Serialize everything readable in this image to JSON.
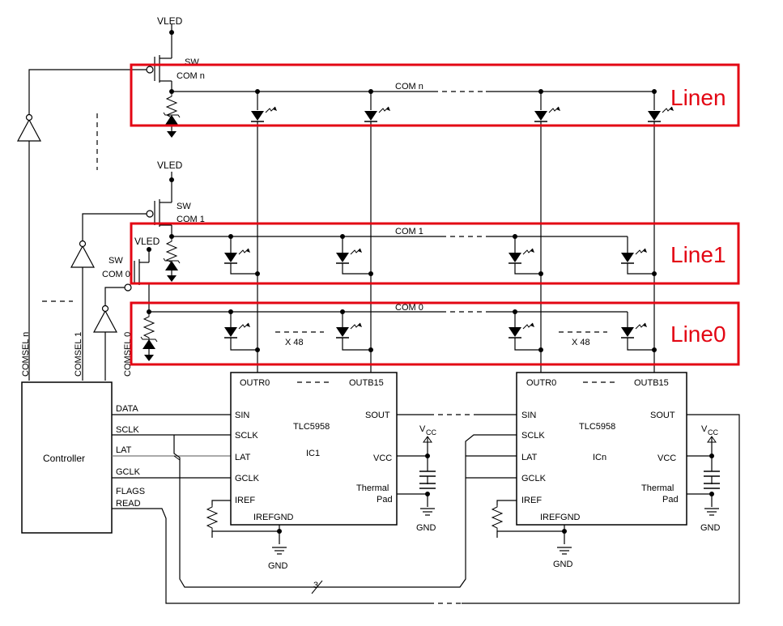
{
  "power": {
    "vled": "VLED",
    "vcc_sub": "CC",
    "vcc_main": "V",
    "gnd": "GND",
    "sw": "SW"
  },
  "com_lines": [
    {
      "net": "COM n",
      "switch_label": "COM n",
      "region_label": "Linen",
      "comsel": "COMSEL n"
    },
    {
      "net": "COM 1",
      "switch_label": "COM 1",
      "region_label": "Line1",
      "comsel": "COMSEL 1"
    },
    {
      "net": "COM 0",
      "switch_label": "COM 0",
      "region_label": "Line0",
      "comsel": "COMSEL 0"
    }
  ],
  "multiplier": "X 48",
  "bus_width": "3",
  "controller": {
    "title": "Controller",
    "pins": [
      "DATA",
      "SCLK",
      "LAT",
      "GCLK",
      "FLAGS",
      "READ"
    ]
  },
  "ics": [
    {
      "part": "TLC5958",
      "name": "IC1",
      "out_first": "OUTR0",
      "out_last": "OUTB15",
      "left_pins": [
        "SIN",
        "SCLK",
        "LAT",
        "GCLK",
        "IREF"
      ],
      "right_pins": [
        "SOUT",
        "VCC"
      ],
      "thermal": [
        "Thermal",
        "Pad"
      ],
      "bottom_pin": "IREFGND"
    },
    {
      "part": "TLC5958",
      "name": "ICn",
      "out_first": "OUTR0",
      "out_last": "OUTB15",
      "left_pins": [
        "SIN",
        "SCLK",
        "LAT",
        "GCLK",
        "IREF"
      ],
      "right_pins": [
        "SOUT",
        "VCC"
      ],
      "thermal": [
        "Thermal",
        "Pad"
      ],
      "bottom_pin": "IREFGND"
    }
  ],
  "colors": {
    "highlight": "#e30613",
    "wire": "#000000"
  }
}
